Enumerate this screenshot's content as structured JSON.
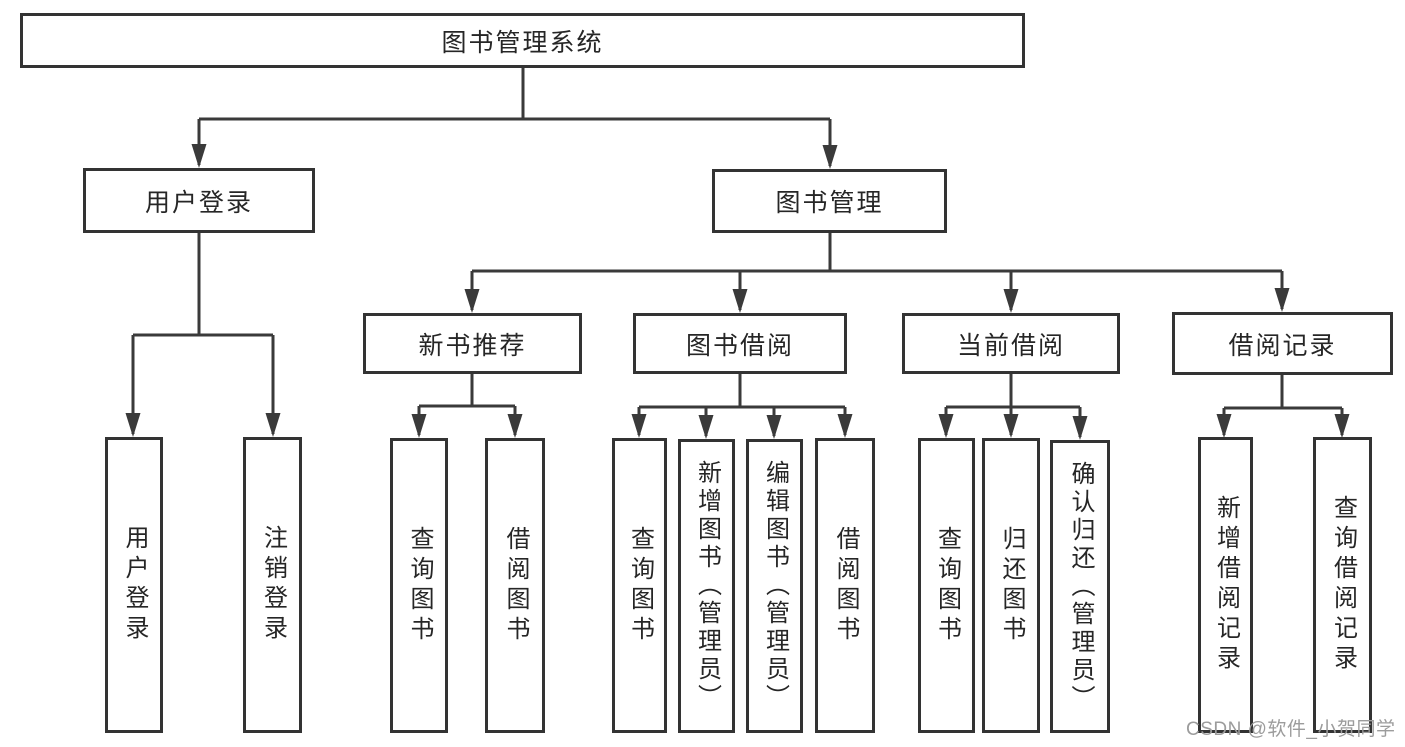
{
  "diagram": {
    "title": "图书管理系统",
    "tree": {
      "label": "图书管理系统",
      "children": [
        {
          "label": "用户登录",
          "children": [
            {
              "label": "用户登录"
            },
            {
              "label": "注销登录"
            }
          ]
        },
        {
          "label": "图书管理",
          "children": [
            {
              "label": "新书推荐",
              "children": [
                {
                  "label": "查询图书"
                },
                {
                  "label": "借阅图书"
                }
              ]
            },
            {
              "label": "图书借阅",
              "children": [
                {
                  "label": "查询图书"
                },
                {
                  "label": "新增图书（管理员）"
                },
                {
                  "label": "编辑图书（管理员）"
                },
                {
                  "label": "借阅图书"
                }
              ]
            },
            {
              "label": "当前借阅",
              "children": [
                {
                  "label": "查询图书"
                },
                {
                  "label": "归还图书"
                },
                {
                  "label": "确认归还（管理员）"
                }
              ]
            },
            {
              "label": "借阅记录",
              "children": [
                {
                  "label": "新增借阅记录"
                },
                {
                  "label": "查询借阅记录"
                }
              ]
            }
          ]
        }
      ]
    }
  },
  "watermark": {
    "text": "CSDN @软件_小贺同学",
    "color": "#9c9c9c"
  },
  "colors": {
    "line": "#3a3a3a",
    "border": "#333333",
    "text": "#262626",
    "background": "#ffffff"
  }
}
